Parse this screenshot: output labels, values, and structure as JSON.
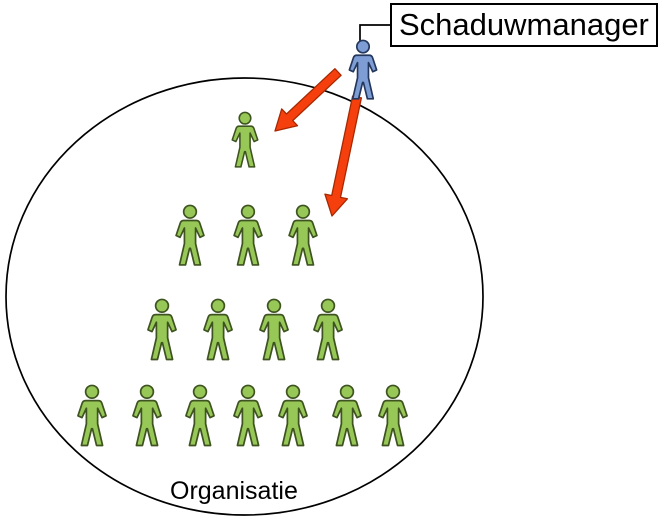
{
  "manager": {
    "label": "Schaduwmanager",
    "icon": "person-pictogram"
  },
  "organization": {
    "label": "Organisatie",
    "member_icon": "person-pictogram",
    "rows": [
      {
        "count": 1
      },
      {
        "count": 3
      },
      {
        "count": 4
      },
      {
        "count": 7
      }
    ],
    "total_members": 15
  },
  "arrows": [
    {
      "from": "schaduwmanager",
      "to": "row-1-member-1"
    },
    {
      "from": "schaduwmanager",
      "to": "row-2-member-3"
    }
  ],
  "colors": {
    "background": "#FFFFFF",
    "member_fill": "#97C857",
    "member_stroke": "#3E5320",
    "manager_fill": "#7D9DD4",
    "manager_stroke": "#24375C",
    "arrow_fill": "#F5400E",
    "arrow_stroke": "#A82800",
    "line": "#000000"
  }
}
